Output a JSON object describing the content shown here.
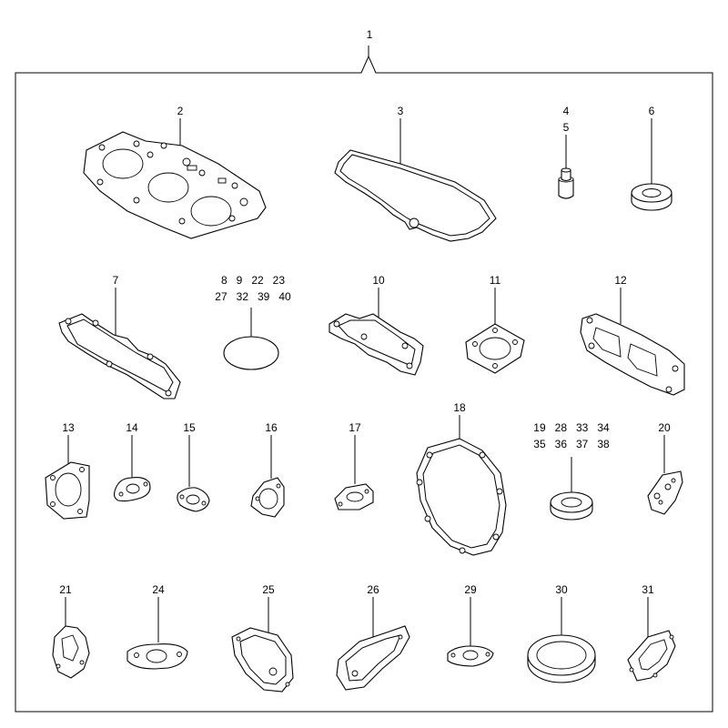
{
  "diagram": {
    "kit_number": "1",
    "callouts": [
      {
        "id": "c2",
        "lines": [
          "2"
        ]
      },
      {
        "id": "c3",
        "lines": [
          "3"
        ]
      },
      {
        "id": "c4",
        "lines": [
          "4",
          "5"
        ]
      },
      {
        "id": "c6",
        "lines": [
          "6"
        ]
      },
      {
        "id": "c7",
        "lines": [
          "7"
        ]
      },
      {
        "id": "c8",
        "lines": [
          "8   9   22   23",
          "27   32   39   40"
        ]
      },
      {
        "id": "c10",
        "lines": [
          "10"
        ]
      },
      {
        "id": "c11",
        "lines": [
          "11"
        ]
      },
      {
        "id": "c12",
        "lines": [
          "12"
        ]
      },
      {
        "id": "c13",
        "lines": [
          "13"
        ]
      },
      {
        "id": "c14",
        "lines": [
          "14"
        ]
      },
      {
        "id": "c15",
        "lines": [
          "15"
        ]
      },
      {
        "id": "c16",
        "lines": [
          "16"
        ]
      },
      {
        "id": "c17",
        "lines": [
          "17"
        ]
      },
      {
        "id": "c18",
        "lines": [
          "18"
        ]
      },
      {
        "id": "c19",
        "lines": [
          "19   28   33   34",
          "35   36   37   38"
        ]
      },
      {
        "id": "c20",
        "lines": [
          "20"
        ]
      },
      {
        "id": "c21",
        "lines": [
          "21"
        ]
      },
      {
        "id": "c24",
        "lines": [
          "24"
        ]
      },
      {
        "id": "c25",
        "lines": [
          "25"
        ]
      },
      {
        "id": "c26",
        "lines": [
          "26"
        ]
      },
      {
        "id": "c29",
        "lines": [
          "29"
        ]
      },
      {
        "id": "c30",
        "lines": [
          "30"
        ]
      },
      {
        "id": "c31",
        "lines": [
          "31"
        ]
      }
    ]
  }
}
